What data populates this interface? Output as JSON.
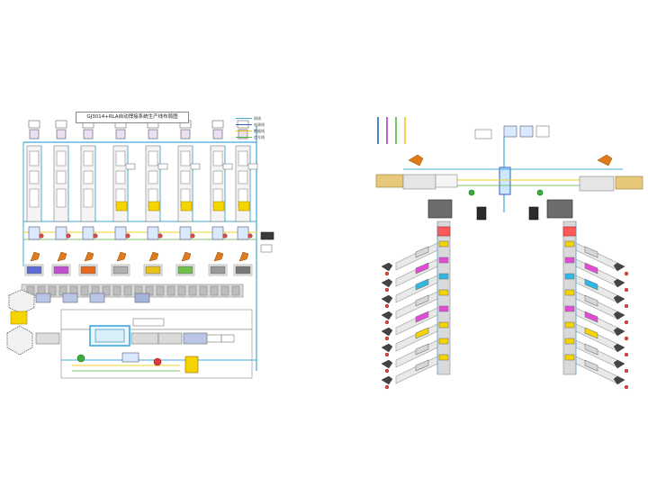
{
  "diagram": {
    "title": "GJ3014+RLA自动焊接系统生产线布局图",
    "legend": [
      {
        "label": "网线",
        "color": "#3fa9d8"
      },
      {
        "label": "电源线",
        "color": "#2b62c4"
      },
      {
        "label": "数据线",
        "color": "#e8c318"
      },
      {
        "label": "信号线",
        "color": "#58b34a"
      }
    ],
    "right_legend": [
      {
        "color": "#1e63c8"
      },
      {
        "color": "#b23bc4"
      },
      {
        "color": "#4dbb3b"
      },
      {
        "color": "#f0c419"
      }
    ],
    "colors": {
      "primary_line": "#3fa9d8",
      "secondary_line": "#f0d020",
      "signal_line": "#58b34a",
      "conveyor": "#d9d9d9",
      "tray": "#e6c87a",
      "magenta": "#e34bd6",
      "cyan": "#2fb8e6",
      "yellow": "#f5d400",
      "robot": "#e07b1a"
    },
    "left_stations": 8,
    "right_branches_each_side": 8
  }
}
